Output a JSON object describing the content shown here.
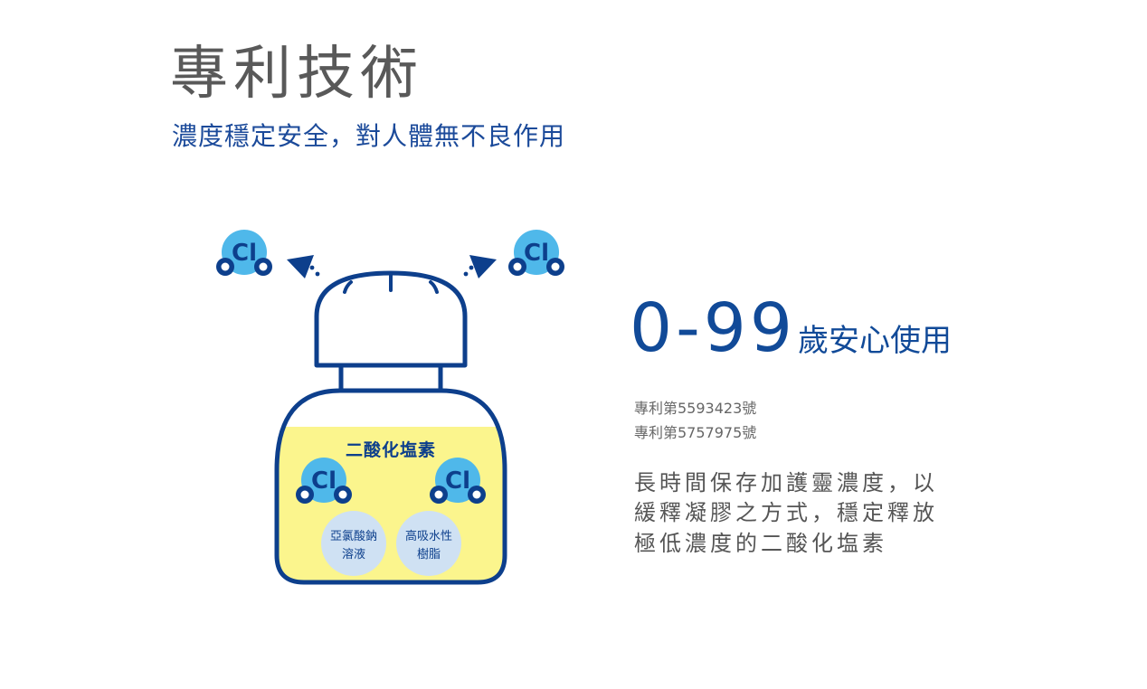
{
  "heading": {
    "title": "專利技術",
    "subtitle": "濃度穩定安全，對人體無不良作用"
  },
  "illustration": {
    "bottle_label": "二酸化塩素",
    "molecule_center": "Cl",
    "molecule_side": "O",
    "circle_left_line1": "亞氯酸鈉",
    "circle_left_line2": "溶液",
    "circle_right_line1": "高吸水性",
    "circle_right_line2": "樹脂"
  },
  "age": {
    "number": "0-99",
    "text": "歲安心使用"
  },
  "patents": [
    "專利第5593423號",
    "專利第5757975號"
  ],
  "description": [
    "長時間保存加護靈濃度，以",
    "緩釋凝膠之方式，穩定釋放",
    "極低濃度的二酸化塩素"
  ],
  "colors": {
    "navy": "#0d3f8c",
    "molecule_blue": "#4fb8ea",
    "gel_yellow": "#fbf58d",
    "circle_blue": "#cfe1f3"
  },
  "icons": [
    "molecule-icon",
    "arrow-icon"
  ]
}
